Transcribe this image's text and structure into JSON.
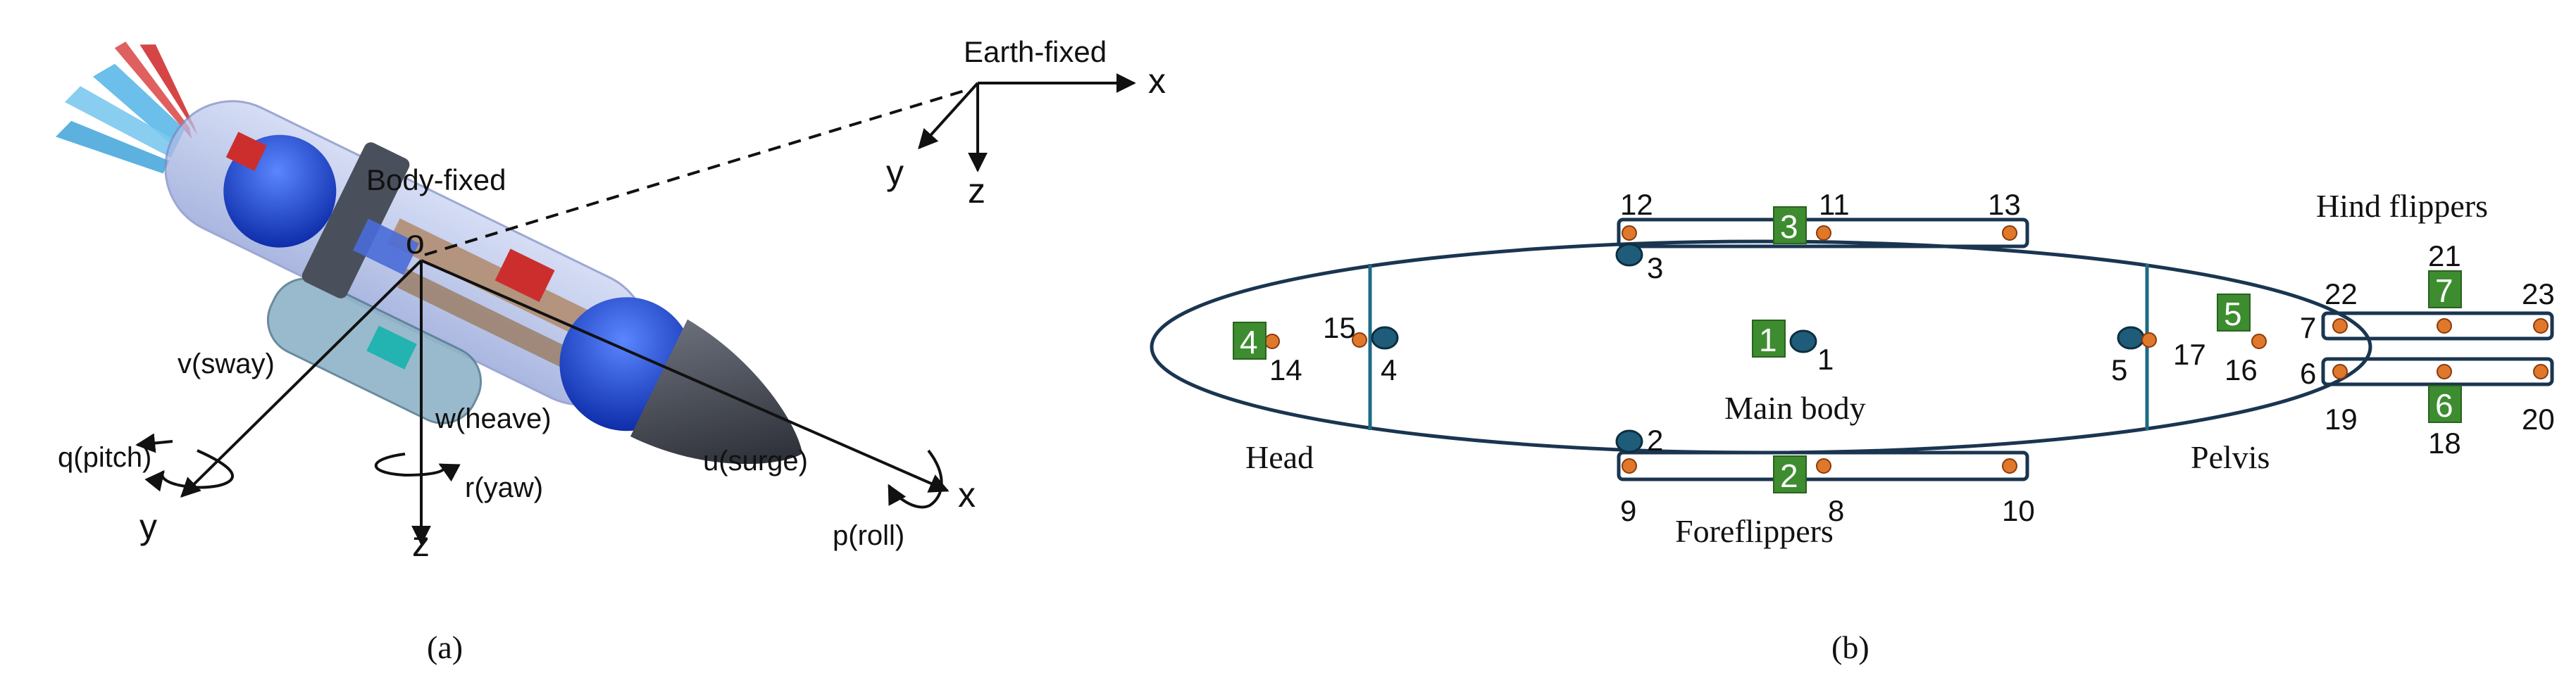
{
  "panel_a": {
    "caption": "(a)",
    "earth_frame": {
      "label": "Earth-fixed",
      "x": "x",
      "y": "y",
      "z": "z"
    },
    "body_frame": {
      "label": "Body-fixed",
      "origin": "o",
      "surge": "u(surge)",
      "sway": "v(sway)",
      "heave": "w(heave)",
      "roll": "p(roll)",
      "pitch": "q(pitch)",
      "yaw": "r(yaw)",
      "x": "x",
      "y": "y",
      "z": "z"
    }
  },
  "panel_b": {
    "caption": "(b)",
    "regions": {
      "head": "Head",
      "main_body": "Main body",
      "pelvis": "Pelvis",
      "foreflippers": "Foreflippers",
      "hind_flippers": "Hind flippers"
    },
    "segments": [
      "1",
      "2",
      "3",
      "4",
      "5",
      "6",
      "7"
    ],
    "nodes": [
      "1",
      "2",
      "3",
      "4",
      "5",
      "6",
      "7",
      "8",
      "9",
      "10",
      "11",
      "12",
      "13",
      "14",
      "15",
      "16",
      "17",
      "18",
      "19",
      "20",
      "21",
      "22",
      "23"
    ],
    "colors": {
      "outline": "#1a3550",
      "joint_blue": "#1f5c7a",
      "node_orange": "#e0782c",
      "segment_green": "#3d8c2f"
    }
  }
}
